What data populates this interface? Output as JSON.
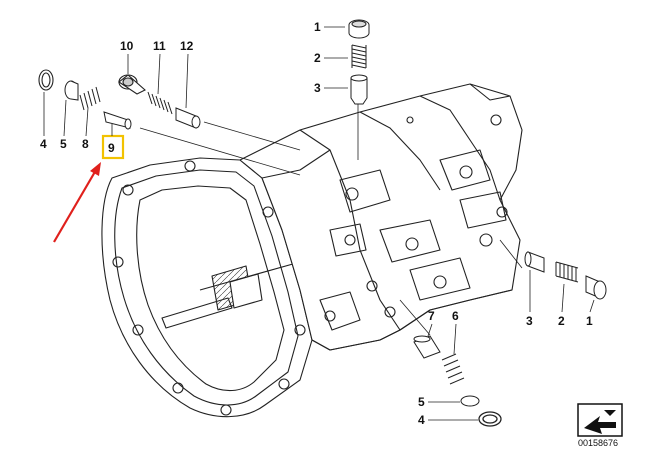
{
  "diagram": {
    "document_number": "00158676",
    "highlight_color": "#f2c200",
    "arrow_color": "#e0201c",
    "callouts": [
      {
        "id": "c1-top",
        "label": "1"
      },
      {
        "id": "c2-top",
        "label": "2"
      },
      {
        "id": "c3-top",
        "label": "3"
      },
      {
        "id": "c4-left",
        "label": "4"
      },
      {
        "id": "c5-left",
        "label": "5"
      },
      {
        "id": "c8-left",
        "label": "8"
      },
      {
        "id": "c9-left",
        "label": "9"
      },
      {
        "id": "c10-top",
        "label": "10"
      },
      {
        "id": "c11-top",
        "label": "11"
      },
      {
        "id": "c12-top",
        "label": "12"
      },
      {
        "id": "c3-right",
        "label": "3"
      },
      {
        "id": "c2-right",
        "label": "2"
      },
      {
        "id": "c1-right",
        "label": "1"
      },
      {
        "id": "c7-bottom",
        "label": "7"
      },
      {
        "id": "c6-bottom",
        "label": "6"
      },
      {
        "id": "c5-bottom",
        "label": "5"
      },
      {
        "id": "c4-bottom",
        "label": "4"
      }
    ]
  }
}
